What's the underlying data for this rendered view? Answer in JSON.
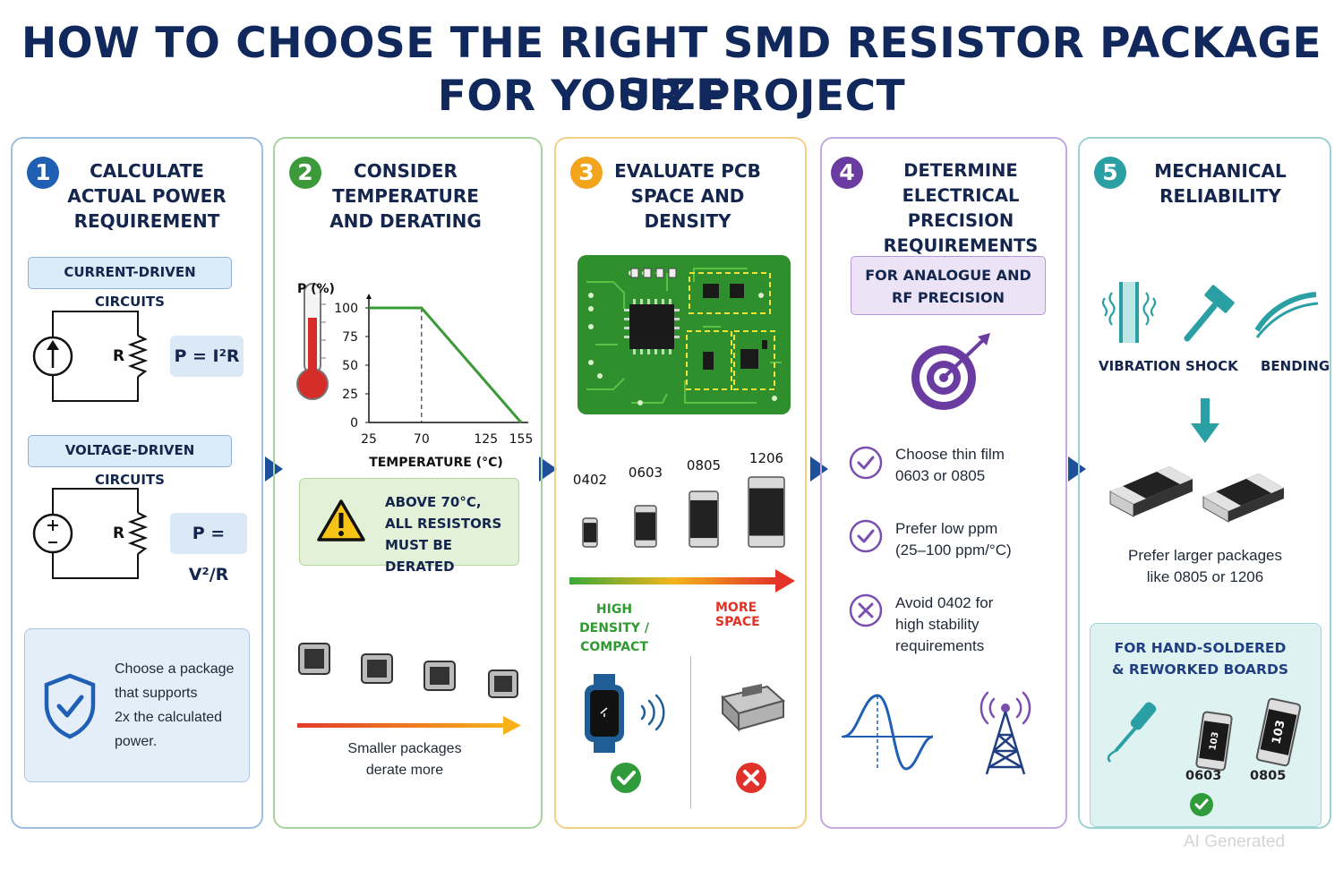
{
  "title": {
    "line1": "HOW TO CHOOSE THE RIGHT SMD RESISTOR PACKAGE SIZE",
    "line2": "FOR YOUR PROJECT"
  },
  "colors": {
    "navy": "#10285c",
    "step1": "#1f5fb4",
    "step2": "#3c9a3a",
    "step3": "#f2a51c",
    "step4": "#6a3ba0",
    "step5": "#2aa0a5"
  },
  "step1": {
    "number": "1",
    "title": [
      "CALCULATE",
      "ACTUAL POWER",
      "REQUIREMENT"
    ],
    "current_label": "CURRENT-DRIVEN CIRCUITS",
    "current_formula": "P = I²R",
    "voltage_label": "VOLTAGE-DRIVEN CIRCUITS",
    "voltage_formula": "P = V²/R",
    "resistor_label": "R",
    "tip": [
      "Choose a package",
      "that supports",
      "2x the calculated",
      "power."
    ],
    "icon": "shield-check-icon"
  },
  "step2": {
    "number": "2",
    "title": [
      "CONSIDER",
      "TEMPERATURE",
      "AND DERATING"
    ],
    "chart_ylabel": "P (%)",
    "chart_xlabel": "TEMPERATURE (°C)",
    "warning": [
      "ABOVE 70°C,",
      "ALL RESISTORS",
      "MUST BE DERATED"
    ],
    "caption": [
      "Smaller packages",
      "derate more"
    ]
  },
  "chart_data": {
    "type": "line",
    "ylabel": "P (%)",
    "xlabel": "TEMPERATURE (°C)",
    "x_ticks": [
      25,
      70,
      125,
      155
    ],
    "y_ticks": [
      0,
      25,
      50,
      75,
      100
    ],
    "series": [
      {
        "x": [
          25,
          70,
          155
        ],
        "y": [
          100,
          100,
          0
        ]
      }
    ],
    "xlim": [
      25,
      155
    ],
    "ylim": [
      0,
      100
    ]
  },
  "step3": {
    "number": "3",
    "title": [
      "EVALUATE PCB",
      "SPACE AND",
      "DENSITY"
    ],
    "packages": [
      "0402",
      "0603",
      "0805",
      "1206"
    ],
    "scale_left": [
      "HIGH DENSITY /",
      "COMPACT"
    ],
    "scale_right": "MORE SPACE"
  },
  "step4": {
    "number": "4",
    "title": [
      "DETERMINE",
      "ELECTRICAL PRECISION",
      "REQUIREMENTS"
    ],
    "box": [
      "FOR ANALOGUE AND",
      "RF PRECISION"
    ],
    "items": [
      {
        "icon": "check-circle-icon",
        "lines": [
          "Choose thin film",
          "0603 or 0805"
        ]
      },
      {
        "icon": "check-circle-icon",
        "lines": [
          "Prefer low ppm",
          "(25–100 ppm/°C)"
        ]
      },
      {
        "icon": "x-circle-icon",
        "lines": [
          "Avoid 0402 for",
          "high stability",
          "requirements"
        ]
      }
    ]
  },
  "step5": {
    "number": "5",
    "title": [
      "MECHANICAL",
      "RELIABILITY"
    ],
    "stresses": [
      "VIBRATION",
      "SHOCK",
      "BENDING"
    ],
    "prefer": [
      "Prefer larger packages",
      "like 0805 or 1206"
    ],
    "box_title": [
      "FOR HAND-SOLDERED",
      "& REWORKED BOARDS"
    ],
    "chip_labels": [
      "0603",
      "0805"
    ],
    "chip_marks": [
      "103",
      "103"
    ]
  },
  "watermark": "AI Generated"
}
